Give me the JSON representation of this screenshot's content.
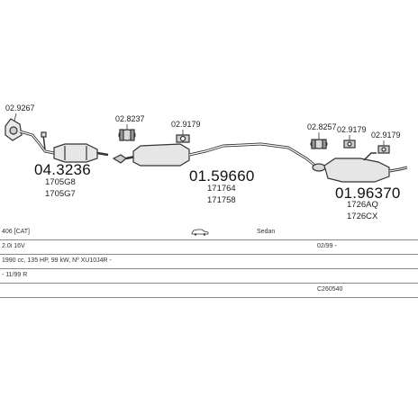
{
  "parts": [
    {
      "id": "p1",
      "ref": "02.9267"
    },
    {
      "id": "p2",
      "ref": "04.3236",
      "subs": [
        "1705G8",
        "1705G7"
      ]
    },
    {
      "id": "p3",
      "ref": "02.8237"
    },
    {
      "id": "p4",
      "ref": "02.9179"
    },
    {
      "id": "p5",
      "ref": "01.59660",
      "subs": [
        "171764",
        "171758"
      ]
    },
    {
      "id": "p6",
      "ref": "02.8257"
    },
    {
      "id": "p7",
      "ref": "02.9179"
    },
    {
      "id": "p8",
      "ref": "02.9179"
    },
    {
      "id": "p9",
      "ref": "01.96370",
      "subs": [
        "1726AQ",
        "1726CX"
      ]
    }
  ],
  "vehicle": {
    "model": "406 [CAT]",
    "body": "Sedan",
    "engine": "2.0i 16V",
    "date": "02/99 -",
    "spec": "1990 cc, 135 HP, 99 kW, Nº XU10J4R -",
    "note": "- 11/99 R",
    "code": "C260540",
    "car_icon": "sedan-car-icon"
  }
}
